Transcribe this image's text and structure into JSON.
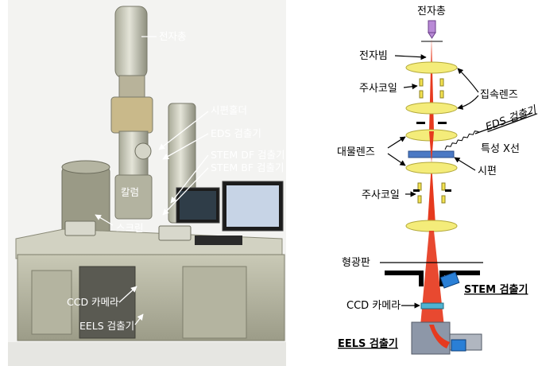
{
  "photo": {
    "labels": {
      "gun": "전자총",
      "holder": "시편홀더",
      "eds": "EDS 검출기",
      "stem_df": "STEM DF 검출기",
      "stem_bf": "STEM BF 검출기",
      "column": "칼럼",
      "screen": "스크린",
      "ccd": "CCD 카메라",
      "eels": "EELS 검출기"
    }
  },
  "diagram": {
    "labels": {
      "gun": "전자총",
      "beam": "전자빔",
      "scan_coil_top": "주사코일",
      "condenser": "집속렌즈",
      "eds": "EDS 검출기",
      "objective": "대물렌즈",
      "xray": "특성 X선",
      "specimen": "시편",
      "scan_coil_bottom": "주사코일",
      "screen": "형광판",
      "stem": "STEM 검출기",
      "ccd": "CCD 카메라",
      "eels": "EELS 검출기"
    },
    "colors": {
      "lens": "#f4ec7a",
      "beam": "#e63a1e",
      "specimen": "#4b79c4",
      "gun": "#b98ad6",
      "detector": "#2a7fd6"
    }
  }
}
